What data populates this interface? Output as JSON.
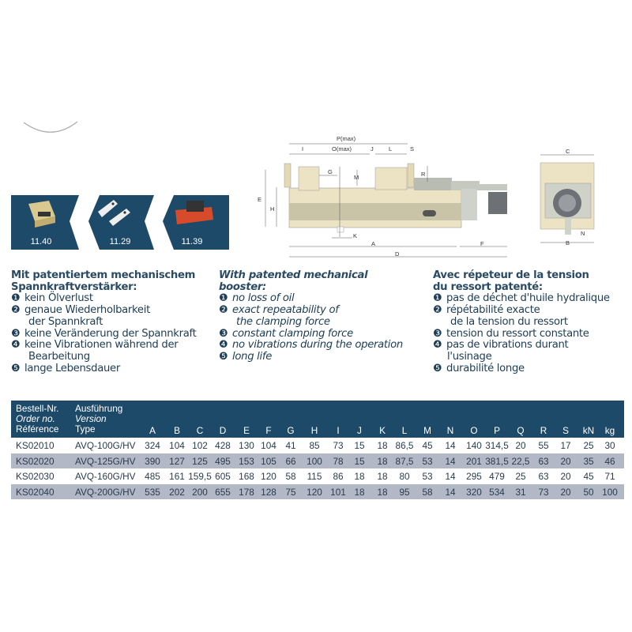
{
  "accessories": [
    {
      "label": "11.40",
      "icon": "parallel-box-icon"
    },
    {
      "label": "11.29",
      "icon": "soft-jaws-icon"
    },
    {
      "label": "11.39",
      "icon": "clamping-kit-icon"
    }
  ],
  "diagram": {
    "side_labels": [
      "P(max)",
      "O(max)",
      "I",
      "J",
      "L",
      "S",
      "G",
      "M",
      "R",
      "E",
      "H",
      "K",
      "A",
      "D",
      "F"
    ],
    "front_labels": [
      "C",
      "N",
      "B"
    ]
  },
  "features": {
    "de": {
      "heading": [
        "Mit patentiertem mechanischem",
        "Spannkraftverstärker:"
      ],
      "items": [
        {
          "num": "❶",
          "lines": [
            "kein Ölverlust"
          ]
        },
        {
          "num": "❷",
          "lines": [
            "genaue Wiederholbarkeit",
            "der Spannkraft"
          ]
        },
        {
          "num": "❸",
          "lines": [
            "keine Veränderung der Spannkraft"
          ]
        },
        {
          "num": "❹",
          "lines": [
            "keine Vibrationen während der",
            "Bearbeitung"
          ]
        },
        {
          "num": "❺",
          "lines": [
            "lange Lebensdauer"
          ]
        }
      ]
    },
    "en": {
      "heading": [
        "With patented mechanical",
        "booster:"
      ],
      "items": [
        {
          "num": "❶",
          "lines": [
            "no loss of oil"
          ]
        },
        {
          "num": "❷",
          "lines": [
            "exact repeatability of",
            "the clamping force"
          ]
        },
        {
          "num": "❸",
          "lines": [
            "constant clamping force"
          ]
        },
        {
          "num": "❹",
          "lines": [
            "no vibrations during the operation"
          ]
        },
        {
          "num": "❺",
          "lines": [
            "long life"
          ]
        }
      ]
    },
    "fr": {
      "heading": [
        "Avec répeteur de la tension",
        "du ressort patenté:"
      ],
      "items": [
        {
          "num": "❶",
          "lines": [
            "pas de déchet d'huile hydralique"
          ]
        },
        {
          "num": "❷",
          "lines": [
            "répétabilité exacte",
            "de la tension du ressort"
          ]
        },
        {
          "num": "❸",
          "lines": [
            "tension du ressort constante"
          ]
        },
        {
          "num": "❹",
          "lines": [
            "pas de vibrations durant",
            "l'usinage"
          ]
        },
        {
          "num": "❺",
          "lines": [
            "durabilité longe"
          ]
        }
      ]
    }
  },
  "table": {
    "header_order": [
      "Bestell-Nr.",
      "Order no.",
      "Référence"
    ],
    "header_version": [
      "Ausführung",
      "Version",
      "Type"
    ],
    "columns": [
      "A",
      "B",
      "C",
      "D",
      "E",
      "F",
      "G",
      "H",
      "I",
      "J",
      "K",
      "L",
      "M",
      "N",
      "O",
      "P",
      "Q",
      "R",
      "S",
      "kN",
      "kg"
    ],
    "rows": [
      {
        "order": "KS02010",
        "type": "AVQ-100G/HV",
        "values": [
          "324",
          "104",
          "102",
          "428",
          "130",
          "104",
          "41",
          "85",
          "73",
          "15",
          "18",
          "86,5",
          "45",
          "14",
          "140",
          "314,5",
          "20",
          "55",
          "17",
          "25",
          "30"
        ]
      },
      {
        "order": "KS02020",
        "type": "AVQ-125G/HV",
        "values": [
          "390",
          "127",
          "125",
          "495",
          "153",
          "105",
          "66",
          "100",
          "78",
          "15",
          "18",
          "87,5",
          "53",
          "14",
          "201",
          "381,5",
          "22,5",
          "63",
          "20",
          "35",
          "46"
        ]
      },
      {
        "order": "KS02030",
        "type": "AVQ-160G/HV",
        "values": [
          "485",
          "161",
          "159,5",
          "605",
          "168",
          "120",
          "58",
          "115",
          "86",
          "18",
          "18",
          "80",
          "53",
          "14",
          "295",
          "479",
          "25",
          "63",
          "20",
          "45",
          "71"
        ]
      },
      {
        "order": "KS02040",
        "type": "AVQ-200G/HV",
        "values": [
          "535",
          "202",
          "200",
          "655",
          "178",
          "128",
          "75",
          "120",
          "101",
          "18",
          "18",
          "95",
          "58",
          "14",
          "320",
          "534",
          "31",
          "73",
          "20",
          "50",
          "100"
        ]
      }
    ]
  },
  "colors": {
    "header_bg": "#1e4a6a",
    "row_alt": "#b3b8c7",
    "tile_bg": "#1e4a6a",
    "text": "#1d3c55"
  }
}
